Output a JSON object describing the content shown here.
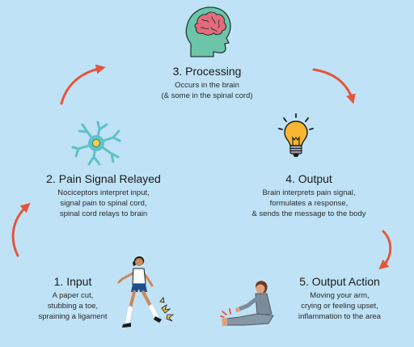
{
  "steps": [
    {
      "id": "processing",
      "title": "3. Processing",
      "lines": [
        "Occurs in the brain",
        "(& some in the spinal cord)"
      ]
    },
    {
      "id": "relayed",
      "title": "2. Pain Signal Relayed",
      "lines": [
        "Nociceptors interpret input,",
        "signal pain to spinal cord,",
        "spinal cord relays to brain"
      ]
    },
    {
      "id": "output",
      "title": "4. Output",
      "lines": [
        "Brain interprets pain signal,",
        "formulates a response,",
        "& sends the message to the body"
      ]
    },
    {
      "id": "input",
      "title": "1. Input",
      "lines": [
        "A paper cut,",
        "stubbing a toe,",
        "spraining a ligament"
      ]
    },
    {
      "id": "action",
      "title": "5. Output Action",
      "lines": [
        "Moving your arm,",
        "crying or feeling upset,",
        "inflammation to the area"
      ]
    }
  ],
  "icons": {
    "brain": "brain-head-icon",
    "neuron": "neuron-icon",
    "bulb": "lightbulb-icon",
    "soccer": "soccer-player-icon",
    "sitting": "sitting-person-icon"
  },
  "colors": {
    "background": "#bfe2f7",
    "arrow": "#e4553c",
    "head": "#6cc5a8",
    "brain": "#e56a7c",
    "neuron": "#5fc2c7",
    "bulb": "#f7b733"
  }
}
